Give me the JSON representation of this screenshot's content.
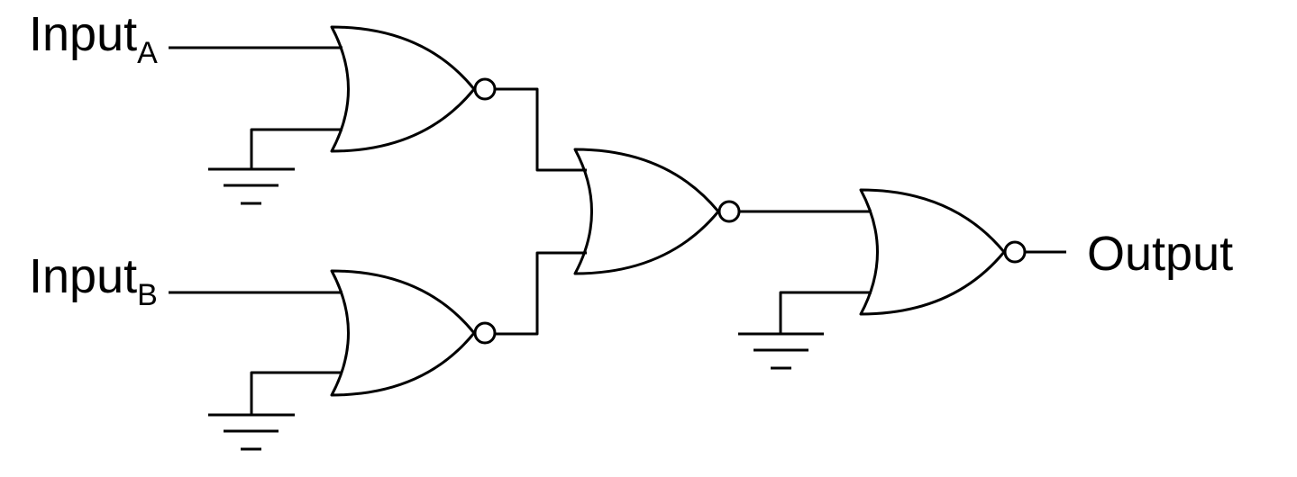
{
  "diagram": {
    "labels": {
      "input_a": {
        "text": "Input",
        "subscript": "A"
      },
      "input_b": {
        "text": "Input",
        "subscript": "B"
      },
      "output": "Output"
    },
    "gates": [
      {
        "id": "nor-gate-1",
        "type": "NOR",
        "inputs": [
          "Input_A",
          "ground"
        ]
      },
      {
        "id": "nor-gate-2",
        "type": "NOR",
        "inputs": [
          "Input_B",
          "ground"
        ]
      },
      {
        "id": "nor-gate-3",
        "type": "NOR",
        "inputs": [
          "nor-gate-1",
          "nor-gate-2"
        ]
      },
      {
        "id": "nor-gate-4",
        "type": "NOR",
        "inputs": [
          "nor-gate-3",
          "ground"
        ]
      }
    ]
  }
}
